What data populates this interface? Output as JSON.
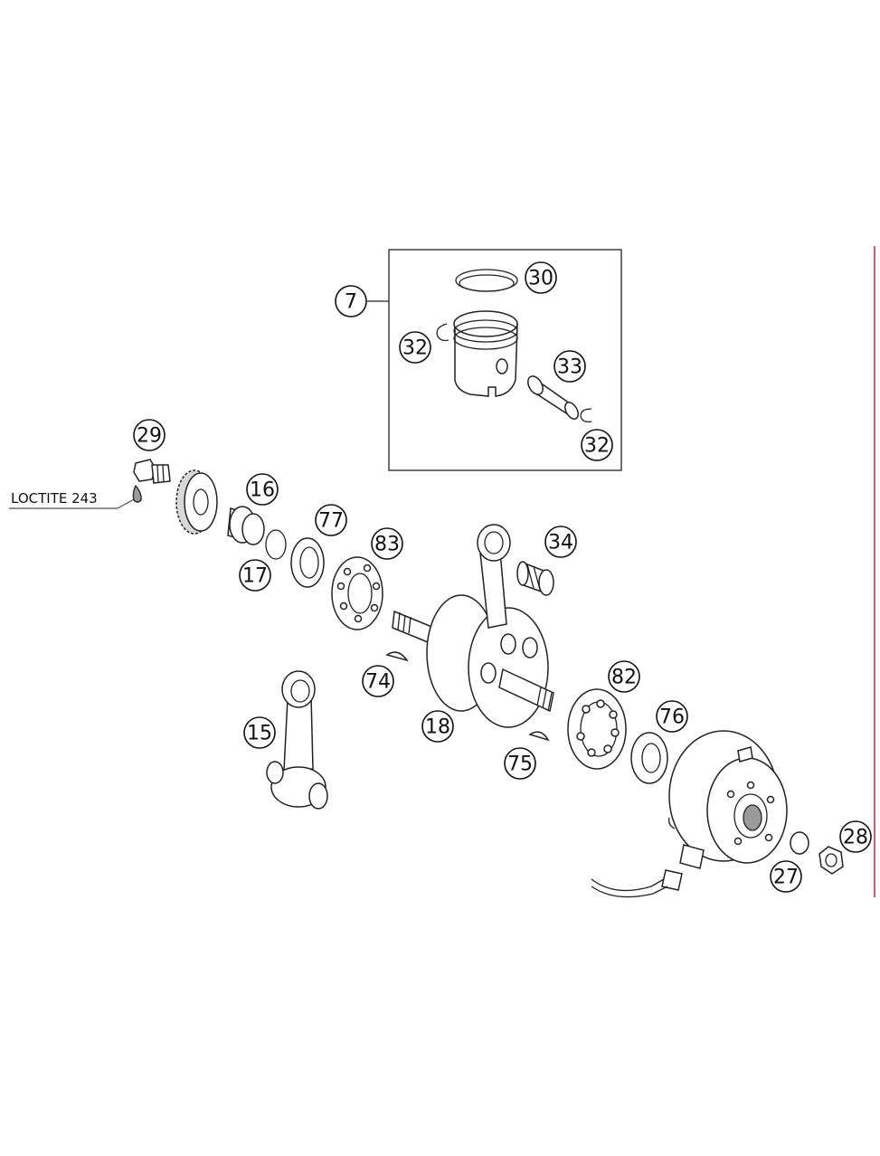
{
  "note": {
    "text": "LOCTITE 243"
  },
  "callouts": {
    "piston_kit": "7",
    "piston_ring": "30",
    "circlip_top": "32",
    "piston_pin": "33",
    "circlip_bottom": "32",
    "bolt": "29",
    "bushing": "16",
    "washer": "17",
    "seal_left": "77",
    "bearing_left": "83",
    "needle_bearing": "34",
    "woodruff_key_left": "74",
    "crankshaft": "18",
    "connecting_rod": "15",
    "bearing_right": "82",
    "seal_right": "76",
    "woodruff_key_right": "75",
    "washer_right": "27",
    "nut": "28"
  },
  "colors": {
    "line": "#222222",
    "accent_edge": "#e05a6a"
  }
}
